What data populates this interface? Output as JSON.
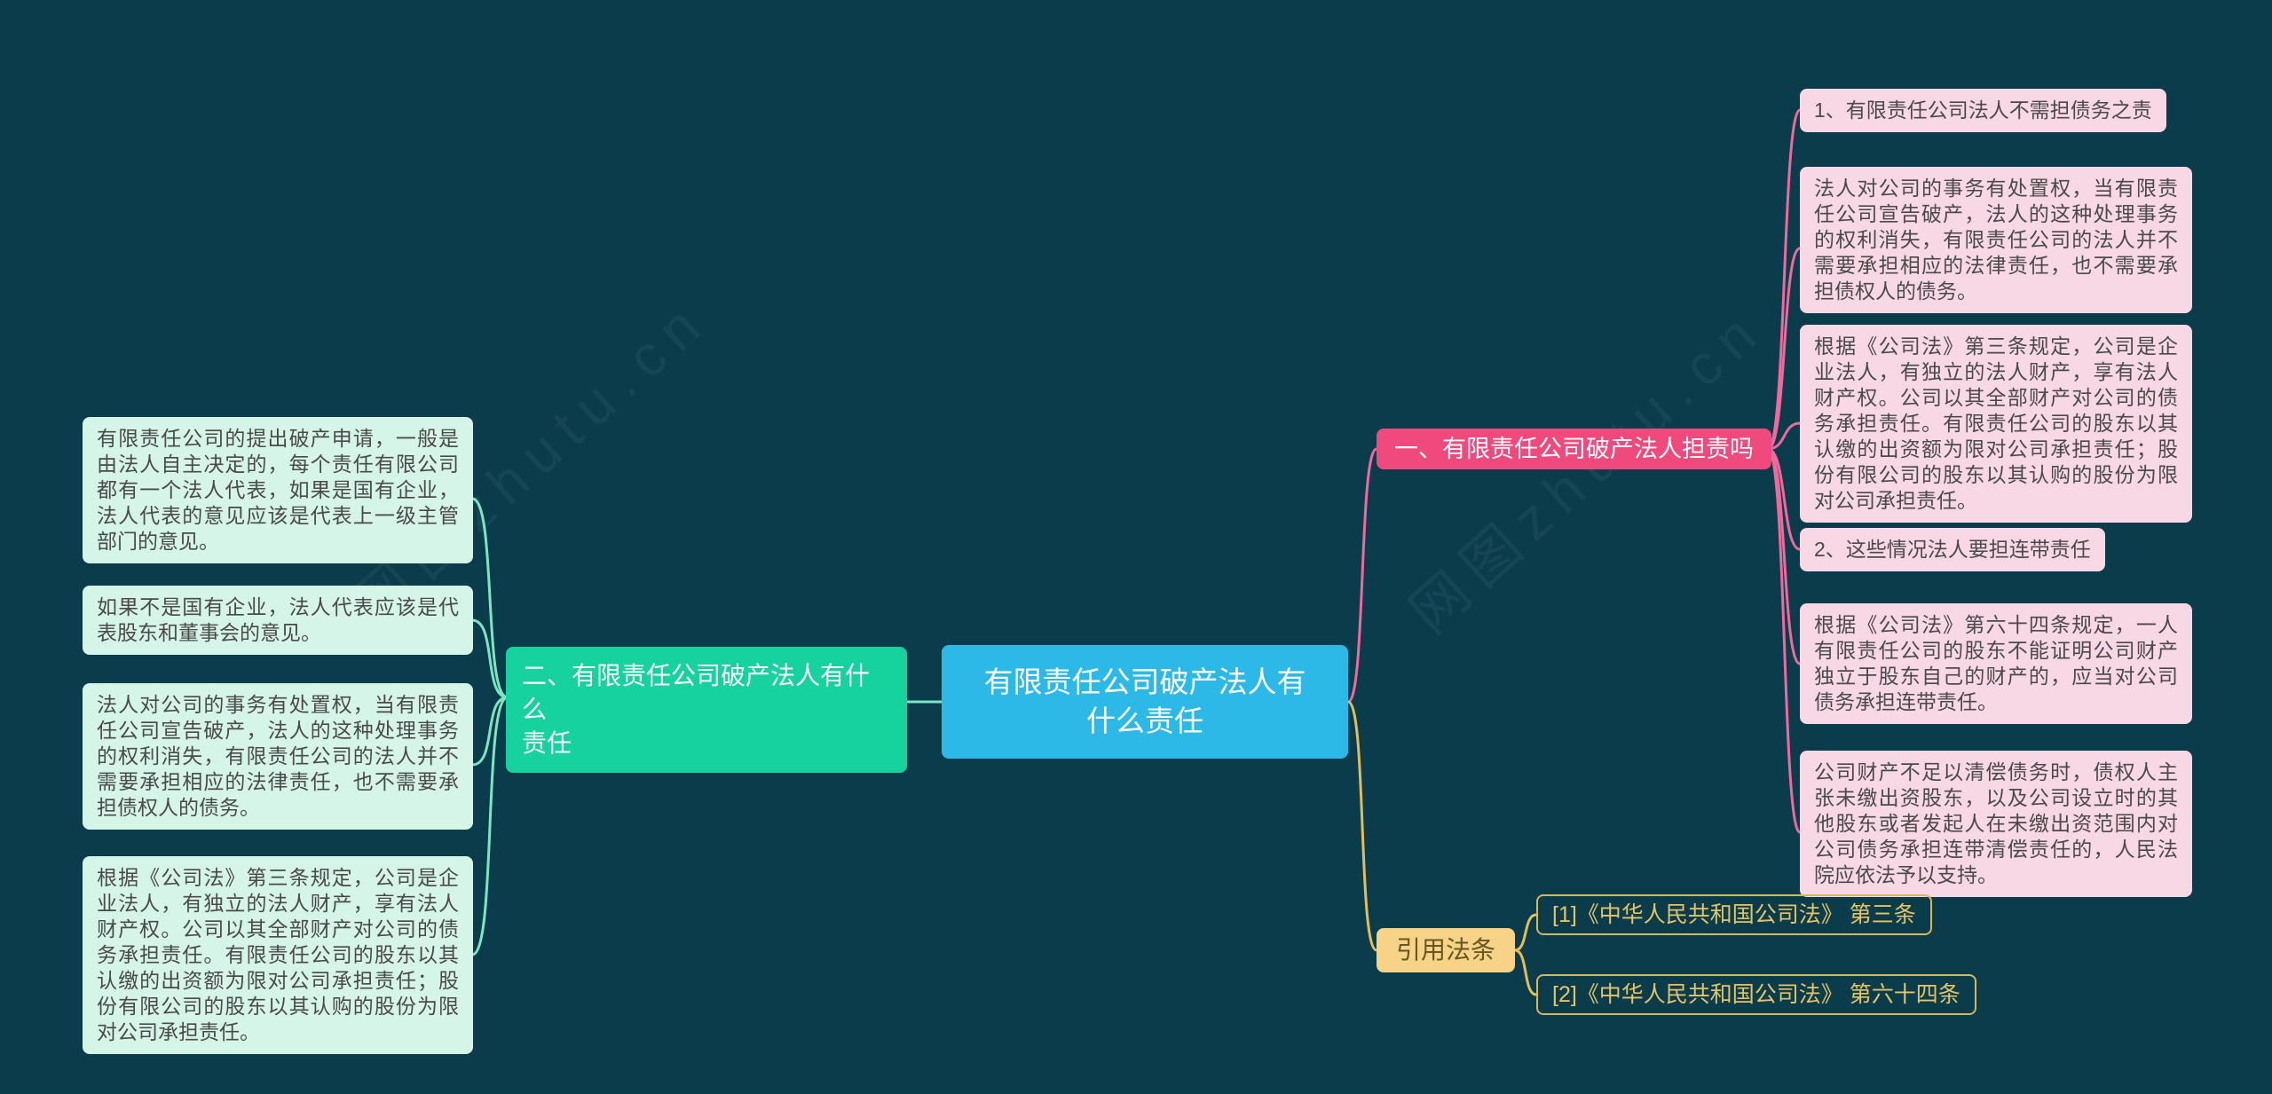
{
  "watermark": {
    "text": "网图zhutu.cn"
  },
  "root": {
    "text": "有限责任公司破产法人有\n什么责任"
  },
  "left_branch": {
    "label": "二、有限责任公司破产法人有什么\n责任",
    "children": [
      {
        "text": "有限责任公司的提出破产申请，一般是由法人自主决定的，每个责任有限公司都有一个法人代表，如果是国有企业，法人代表的意见应该是代表上一级主管部门的意见。"
      },
      {
        "text": "如果不是国有企业，法人代表应该是代表股东和董事会的意见。"
      },
      {
        "text": "法人对公司的事务有处置权，当有限责任公司宣告破产，法人的这种处理事务的权利消失，有限责任公司的法人并不需要承担相应的法律责任，也不需要承担债权人的债务。"
      },
      {
        "text": "根据《公司法》第三条规定，公司是企业法人，有独立的法人财产，享有法人财产权。公司以其全部财产对公司的债务承担责任。有限责任公司的股东以其认缴的出资额为限对公司承担责任；股份有限公司的股东以其认购的股份为限对公司承担责任。"
      }
    ]
  },
  "right_branch": {
    "label": "一、有限责任公司破产法人担责吗",
    "children": [
      {
        "text": "1、有限责任公司法人不需担债务之责"
      },
      {
        "text": "法人对公司的事务有处置权，当有限责任公司宣告破产，法人的这种处理事务的权利消失，有限责任公司的法人并不需要承担相应的法律责任，也不需要承担债权人的债务。"
      },
      {
        "text": "根据《公司法》第三条规定，公司是企业法人，有独立的法人财产，享有法人财产权。公司以其全部财产对公司的债务承担责任。有限责任公司的股东以其认缴的出资额为限对公司承担责任；股份有限公司的股东以其认购的股份为限对公司承担责任。"
      },
      {
        "text": "2、这些情况法人要担连带责任"
      },
      {
        "text": "根据《公司法》第六十四条规定，一人有限责任公司的股东不能证明公司财产独立于股东自己的财产的，应当对公司债务承担连带责任。"
      },
      {
        "text": "公司财产不足以清偿债务时，债权人主张未缴出资股东，以及公司设立时的其他股东或者发起人在未缴出资范围内对公司债务承担连带清偿责任的，人民法院应依法予以支持。"
      }
    ]
  },
  "citations": {
    "label": "引用法条",
    "items": [
      {
        "text": "[1]《中华人民共和国公司法》 第三条"
      },
      {
        "text": "[2]《中华人民共和国公司法》 第六十四条"
      }
    ]
  },
  "colors": {
    "background": "#0b3c4b",
    "root_node": "#2cb9e8",
    "left_branch_node": "#15d29e",
    "left_leaf_bg": "#d6f5e9",
    "left_line": "#7ce6c3",
    "right_branch_node": "#f0497e",
    "right_leaf_bg": "#f8d8e4",
    "right_line": "#f0699c",
    "citation_node_bg": "#f6d387",
    "citation_line": "#e3bc5d",
    "citation_text": "#e3c468",
    "leaf_text": "#4a4a4a",
    "node_text": "#ffffff"
  }
}
